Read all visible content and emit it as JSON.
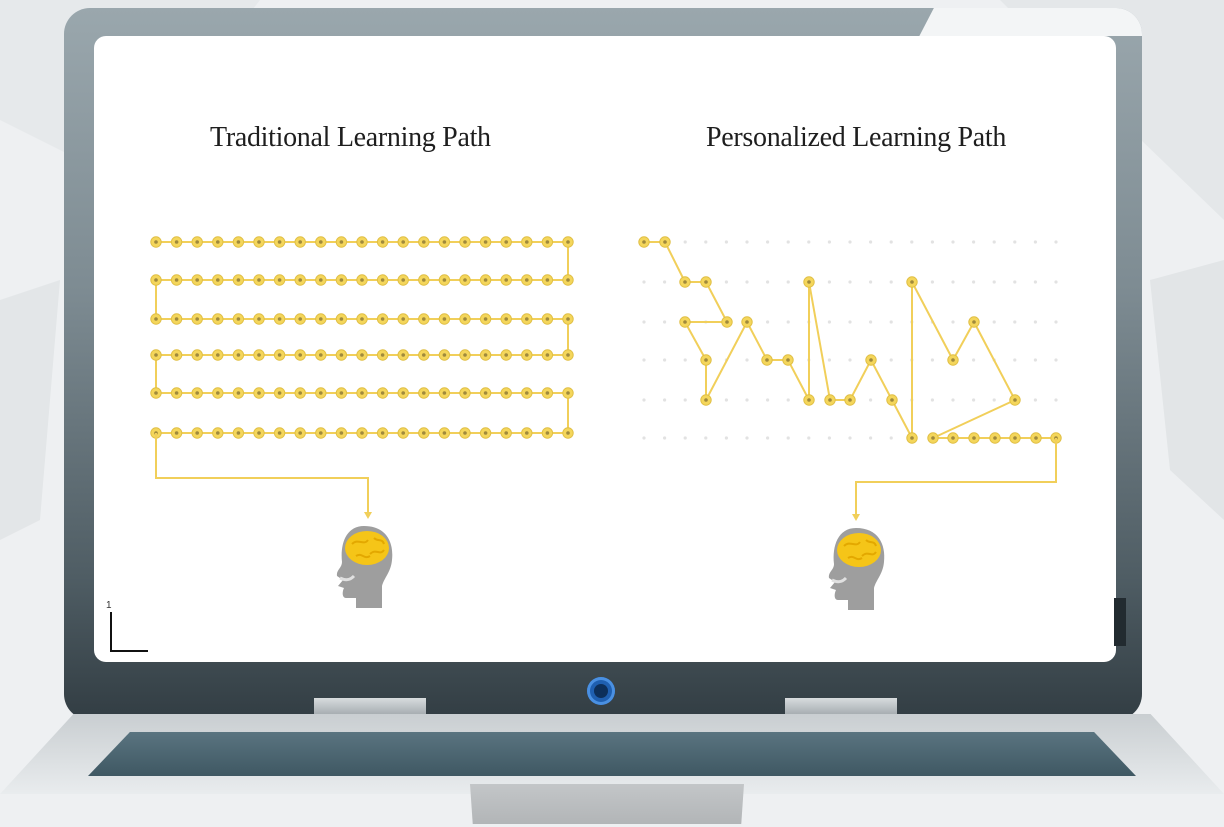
{
  "diagram": {
    "left_title": "Traditional Learning Path",
    "right_title": "Personalized Learning Path",
    "page_marker": "1",
    "colors": {
      "path_line": "#f1cf5a",
      "node_fill": "#f4d65b",
      "node_center": "#a08a3c",
      "faint_dot": "#e2e2e2",
      "brain": "#f5c518",
      "head": "#9e9e9e",
      "laptop_frame": "#7d8b92",
      "keyboard": "#4a6470",
      "webcam": "#1f5fb0"
    },
    "icons": [
      "head-with-brain-icon",
      "head-with-brain-icon",
      "webcam-icon"
    ]
  }
}
